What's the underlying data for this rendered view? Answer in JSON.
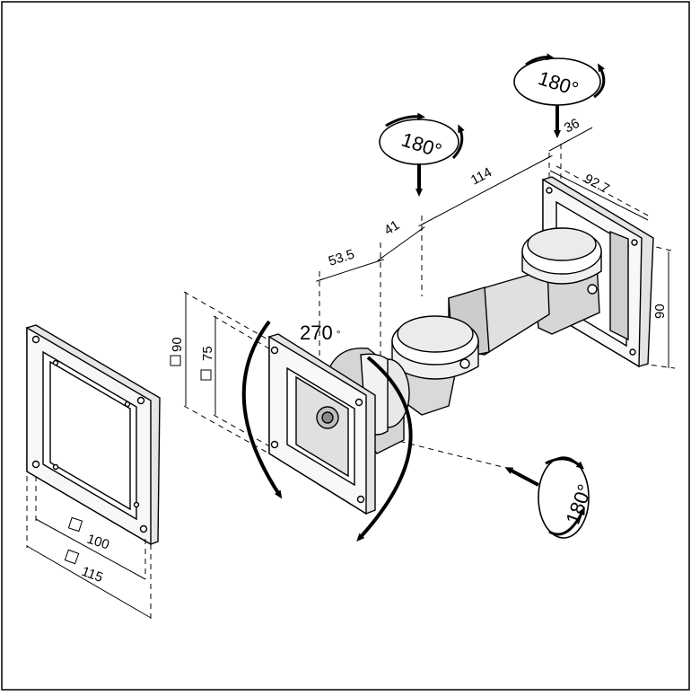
{
  "dimensions": {
    "arm_segment_1": "53.5",
    "arm_segment_2": "41",
    "arm_segment_3": "114",
    "wall_offset": "36",
    "wall_plate_width": "92.7",
    "wall_plate_height": "90",
    "plate_outer_height": "90",
    "plate_hole_height": "75",
    "vesa_small": "100",
    "vesa_large": "115"
  },
  "angles": {
    "tilt": "270",
    "tilt_unit": "°",
    "swivel_top_1": "180°",
    "swivel_top_2": "180°",
    "rotate_front": "180°"
  },
  "colors": {
    "ink": "#000000",
    "light_fill": "#f2f2f2",
    "mid_fill": "#d9d9d9",
    "dark_fill": "#bdbdbd"
  }
}
